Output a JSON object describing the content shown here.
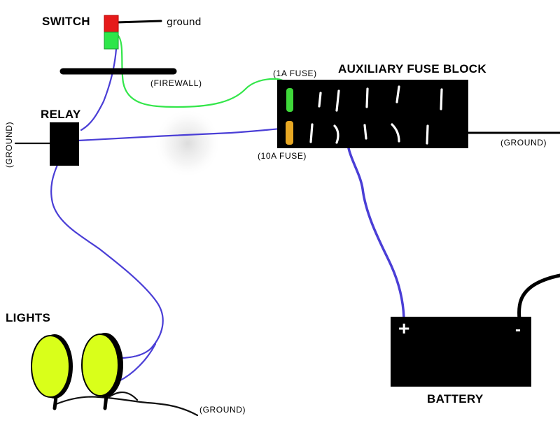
{
  "labels": {
    "switch": "SWITCH",
    "switch_ground": "ground",
    "firewall": "(FIREWALL)",
    "relay": "RELAY",
    "relay_ground": "(GROUND)",
    "fuse_1a": "(1A FUSE)",
    "fuse_block": "AUXILIARY FUSE BLOCK",
    "fuse_10a": "(10A FUSE)",
    "fuse_block_ground": "(GROUND)",
    "lights": "LIGHTS",
    "lights_ground": "(GROUND)",
    "battery": "BATTERY",
    "battery_plus": "+",
    "battery_minus": "-"
  },
  "colors": {
    "wire_blue": "#4a3ed6",
    "wire_green": "#33e64a",
    "switch_red": "#e61a1a",
    "switch_green": "#2ee64a",
    "fuse_1a": "#3fd83a",
    "fuse_10a": "#e8a824",
    "lamp_face": "#d9ff1a"
  }
}
